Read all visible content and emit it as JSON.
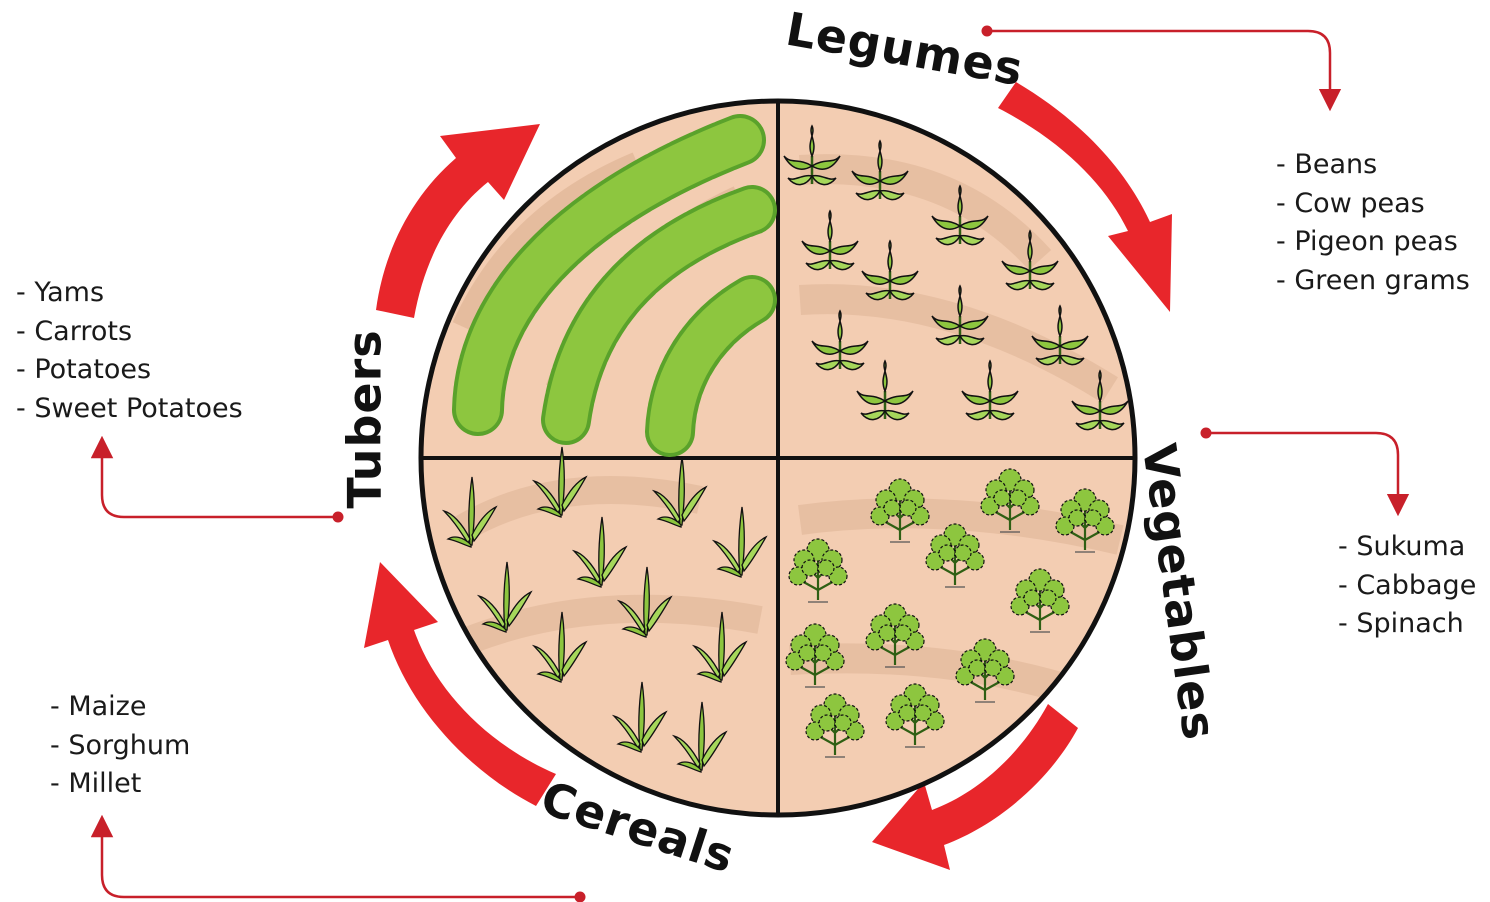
{
  "categories": {
    "legumes": {
      "label": "Legumes",
      "items": [
        "Beans",
        "Cow peas",
        "Pigeon peas",
        "Green grams"
      ]
    },
    "vegetables": {
      "label": "Vegetables",
      "items": [
        "Sukuma",
        "Cabbage",
        "Spinach"
      ]
    },
    "cereals": {
      "label": "Cereals",
      "items": [
        "Maize",
        "Sorghum",
        "Millet"
      ]
    },
    "tubers": {
      "label": "Tubers",
      "items": [
        "Yams",
        "Carrots",
        "Potatoes",
        "Sweet Potatoes"
      ]
    }
  },
  "colors": {
    "arrow": "#e8262b",
    "pointer": "#c8202a",
    "soil": "#f3cdb2",
    "soil_dark": "#d9aa8e",
    "plant": "#8dc63f",
    "plant_light": "#a6d75b",
    "outline": "#111111"
  }
}
